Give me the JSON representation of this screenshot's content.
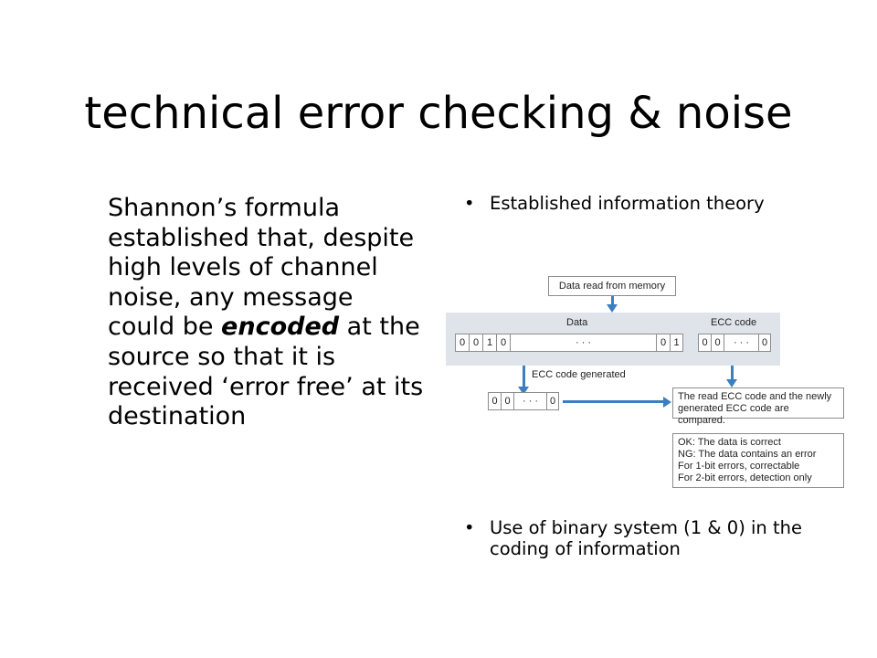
{
  "slide": {
    "title": "technical error checking & noise",
    "left_text": {
      "part1": "Shannon’s formula established that, despite high levels of channel noise, any message could be ",
      "emphasis": "encoded",
      "part2": " at the source so that it is received ‘error free’ at its destination"
    },
    "bullets": [
      {
        "text": "Established information theory"
      },
      {
        "text": "Use of binary system (1 & 0) in the coding of information"
      }
    ]
  },
  "diagram": {
    "read_from_memory": "Data read from memory",
    "data_label": "Data",
    "ecc_code_label": "ECC code",
    "data_cells": [
      "0",
      "0",
      "1",
      "0",
      "· · ·",
      "0",
      "1"
    ],
    "ecc_cells": [
      "0",
      "0",
      "· · ·",
      "0"
    ],
    "ecc_generated_label": "ECC code generated",
    "generated_cells": [
      "0",
      "0",
      "· · ·",
      "0"
    ],
    "compare_text": "The read ECC code and the newly generated ECC code are compared.",
    "results": [
      "OK: The data is correct",
      "NG: The data contains an error",
      "For 1-bit errors, correctable",
      "For 2-bit errors, detection only"
    ],
    "colors": {
      "arrow": "#3b7fc0",
      "panel": "#dfe4ea",
      "border": "#8c8c8c"
    }
  }
}
